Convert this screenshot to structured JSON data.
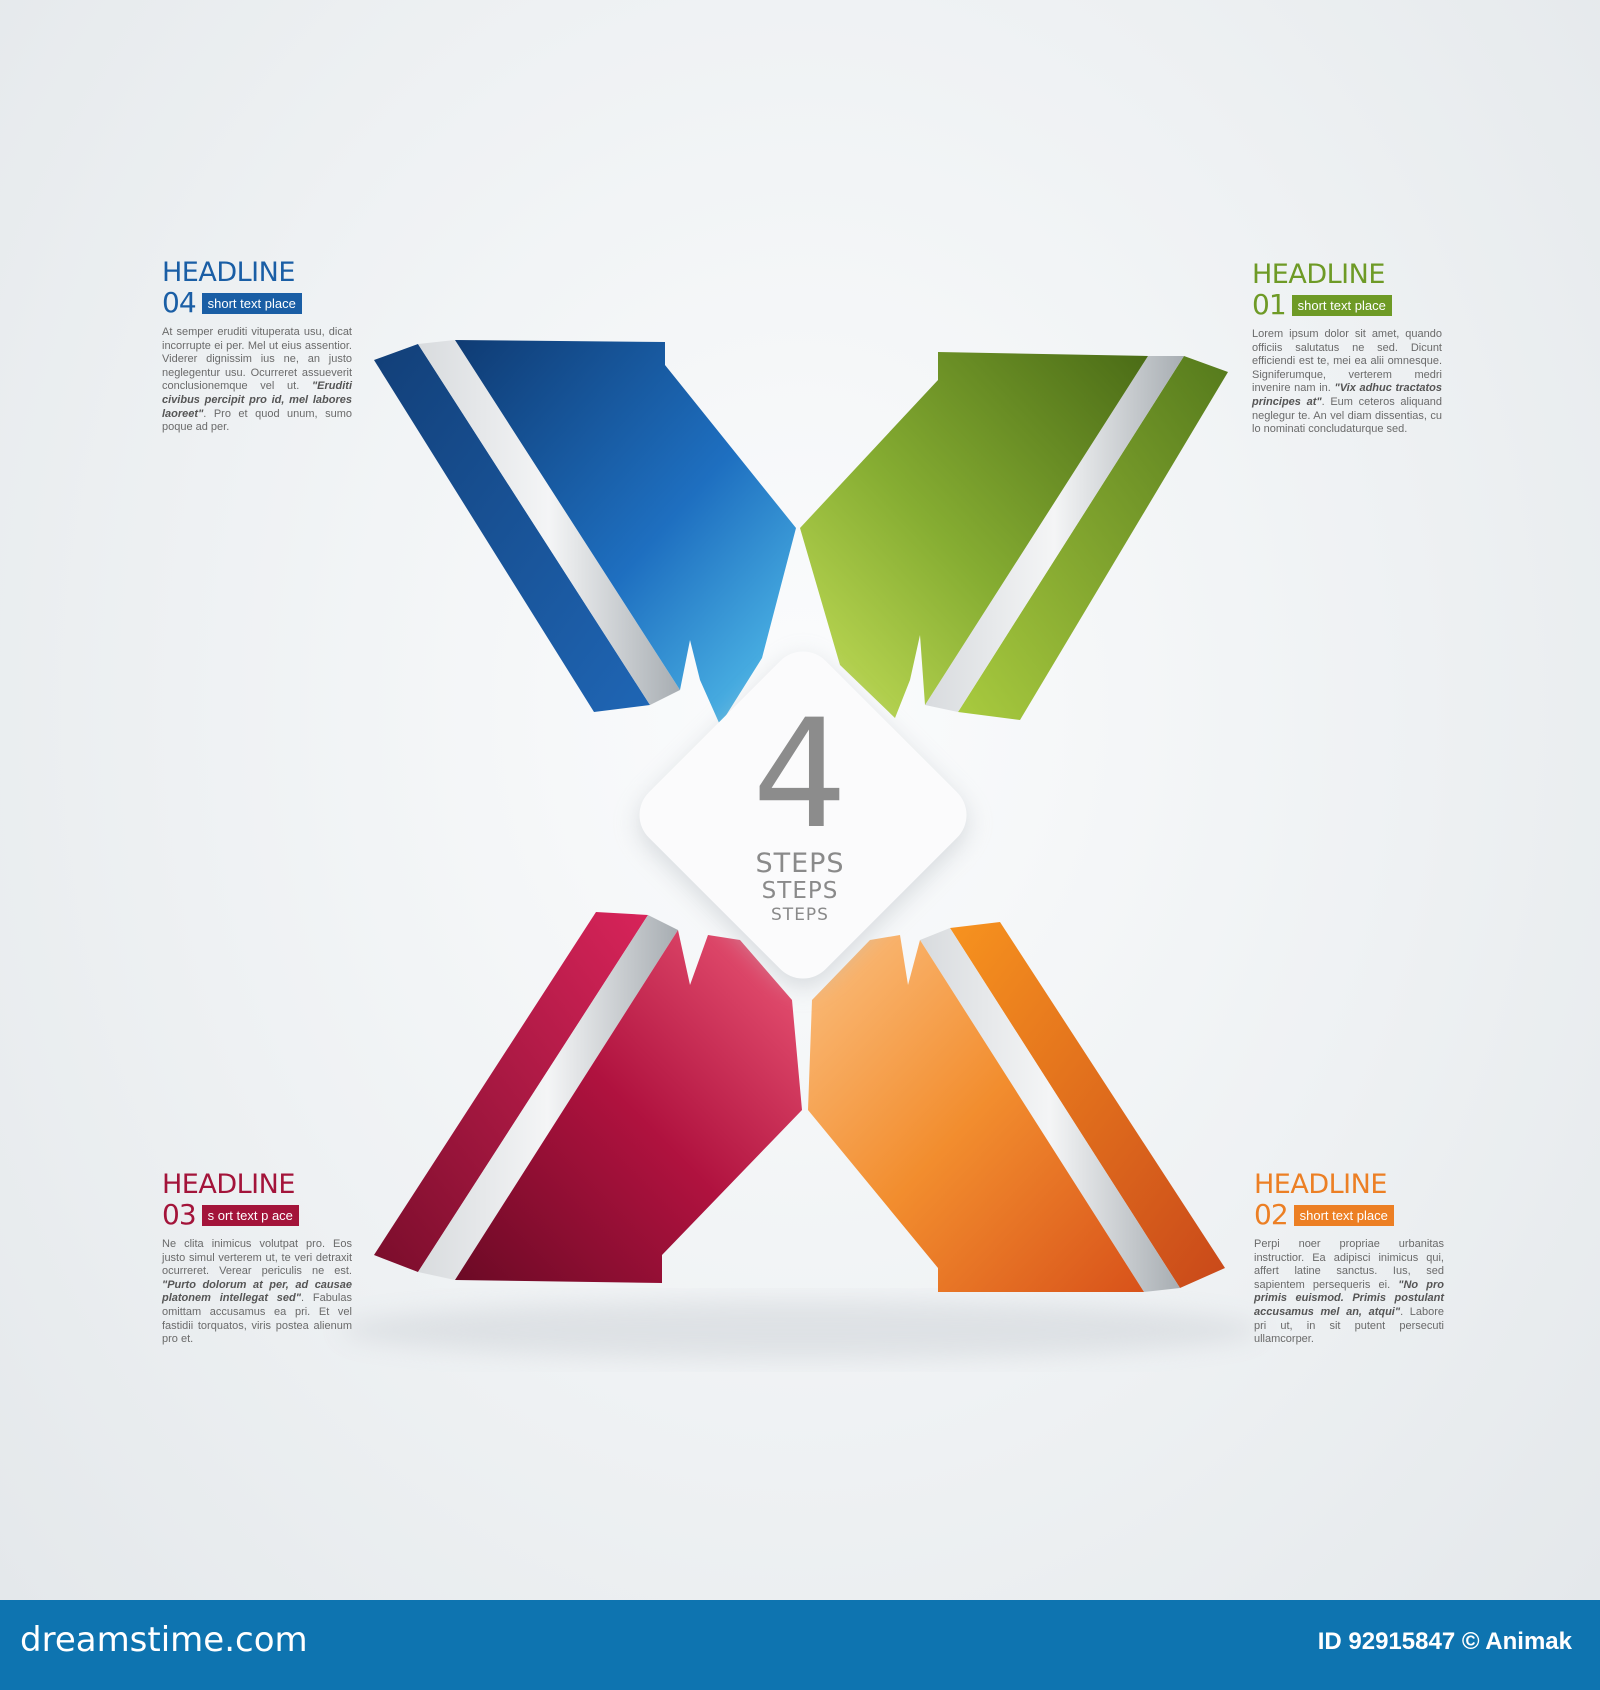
{
  "colors": {
    "blue": "#1a5ea5",
    "green": "#6e9a26",
    "red": "#a3143a",
    "orange": "#ec7f24",
    "footer": "#0e74b0"
  },
  "center": {
    "number": "4",
    "line1": "STEPS",
    "line2": "STEPS",
    "line3": "STEPS"
  },
  "steps": [
    {
      "id": "04",
      "headline": "HEADLINE",
      "number": "04",
      "tag": "short text place",
      "color": "#1a5ea5",
      "body_segments": [
        {
          "text": "At semper eruditi vituperata usu, dicat incorrupte ei per. Mel ut eius assentior. Viderer dignissim ius ne, an justo neglegentur usu. Ocurreret assueverit conclusionemque vel ut. ",
          "em": false
        },
        {
          "text": "\"Eruditi civibus percipit pro id, mel labores laoreet\"",
          "em": true
        },
        {
          "text": ". Pro et quod unum, sumo poque ad per.",
          "em": false
        }
      ]
    },
    {
      "id": "01",
      "headline": "HEADLINE",
      "number": "01",
      "tag": "short text place",
      "color": "#6e9a26",
      "body_segments": [
        {
          "text": "Lorem ipsum dolor sit amet, quando officiis salutatus ne sed. Dicunt efficiendi est te, mei ea alii omnesque. Signiferumque, verterem medri invenire nam in. ",
          "em": false
        },
        {
          "text": "\"Vix adhuc tractatos principes at\"",
          "em": true
        },
        {
          "text": ". Eum ceteros aliquand neglegur te. An vel diam dissentias, cu lo nominati concludaturque sed.",
          "em": false
        }
      ]
    },
    {
      "id": "03",
      "headline": "HEADLINE",
      "number": "03",
      "tag": "s ort text p ace",
      "color": "#a3143a",
      "body_segments": [
        {
          "text": "Ne clita inimicus volutpat pro. Eos justo simul verterem ut, te veri detraxit ocurreret. Verear periculis ne est. ",
          "em": false
        },
        {
          "text": "\"Purto dolorum at per, ad causae platonem intellegat sed\"",
          "em": true
        },
        {
          "text": ". Fabulas omittam accusamus ea pri. Et vel fastidii torquatos, viris postea alienum pro et.",
          "em": false
        }
      ]
    },
    {
      "id": "02",
      "headline": "HEADLINE",
      "number": "02",
      "tag": "short text place",
      "color": "#ec7f24",
      "body_segments": [
        {
          "text": "Perpi noer propriae urbanitas instructior. Ea adipisci inimicus qui, affert latine sanctus. Ius, sed sapientem persequeris ei. ",
          "em": false
        },
        {
          "text": "\"No pro primis euismod. Primis postulant accusamus mel an, atqui\"",
          "em": true
        },
        {
          "text": ". Labore pri ut, in sit putent persecuti ullamcorper.",
          "em": false
        }
      ]
    }
  ],
  "footer": {
    "brand": "dreamstime.com",
    "credit": "ID 92915847 © Animak"
  }
}
